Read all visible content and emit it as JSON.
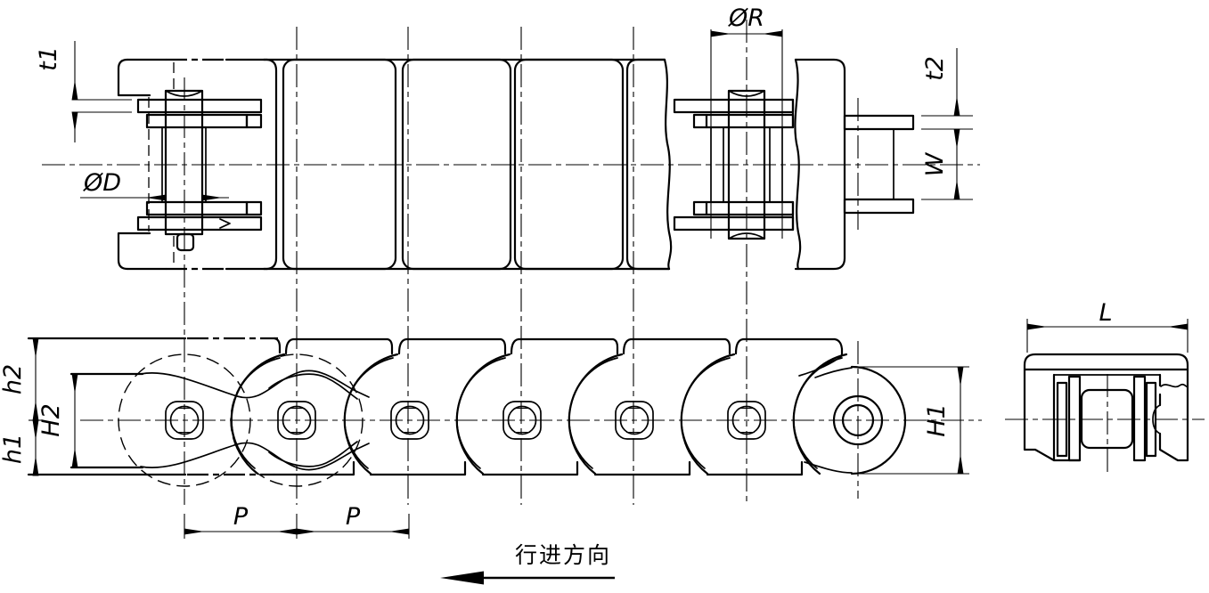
{
  "drawing": {
    "dimensions": {
      "t1": "t1",
      "phiD": "ØD",
      "phiR": "ØR",
      "t2": "t2",
      "w": "W",
      "h1": "h1",
      "h2": "h2",
      "H2": "H2",
      "H1": "H1",
      "p1": "P",
      "p2": "P",
      "L": "L"
    },
    "direction": {
      "label": "行进方向"
    },
    "colors": {
      "line": "#000000",
      "background": "#ffffff"
    }
  }
}
